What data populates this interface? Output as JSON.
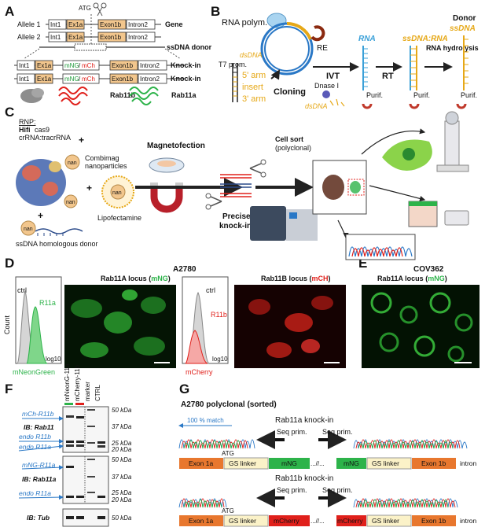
{
  "panels": {
    "a": "A",
    "b": "B",
    "c": "C",
    "d": "D",
    "e": "E",
    "f": "F",
    "g": "G"
  },
  "colors": {
    "exon": "#f2c68d",
    "mng": "#2db34a",
    "mch": "#e0201b",
    "rna": "#3aa0d8",
    "dna": "#e6a817",
    "orange": "#e8772e",
    "gs": "#fbf2c8"
  },
  "panel_a": {
    "atg": "ATG",
    "allele1": "Allele 1",
    "allele2": "Allele 2",
    "gene": "Gene",
    "ssdna": "ssDNA donor",
    "knockin1": "Knock-in",
    "knockin2": "Knock-in",
    "int1": "Int1",
    "ex1a": "Ex1a",
    "exon1b": "Exon1b",
    "intron2": "Intron2",
    "mng_mch": "mNG/mCh",
    "mng": "mNG",
    "mch": "mCh",
    "slash": "/",
    "rab11b": "Rab11b",
    "rab11a": "Rab11a"
  },
  "panel_b": {
    "rna_polym": "RNA polym.",
    "re": "RE",
    "t7": "T7 prom.",
    "dsdna1": "dsDNA",
    "arm5": "5' arm",
    "insert": "insert",
    "arm3": "3' arm",
    "cloning": "Cloning",
    "ivt": "IVT",
    "dnase": "Dnase I",
    "dsdna2": "dsDNA",
    "rna": "RNA",
    "rt": "RT",
    "ssdna_rna": "ssDNA:RNA",
    "rna_hydrolysis": "RNA hydrolysis",
    "donor": "Donor",
    "ssdna": "ssDNA",
    "purif": "Purif."
  },
  "panel_c": {
    "rnp": "RNP:",
    "hifi": "Hifi",
    "cas9": " cas9",
    "crrna": "crRNA:tracrRNA",
    "plus": "+",
    "combimag": "Combimag",
    "nanoparticles": "nanoparticles",
    "nan": "nan",
    "lipofectamine": "Lipofectamine",
    "magnetofection": "Magnetofection",
    "precise": "Precise",
    "knockin": "knock-in",
    "cellsort": "Cell sort",
    "polyclonal": "(polyclonal)",
    "donor": "ssDNA homologous donor"
  },
  "panel_d": {
    "title": "A2780",
    "rab11a_locus": "Rab11A locus (",
    "rab11a_tag": "mNG",
    "rab11b_locus": "Rab11B locus (",
    "rab11b_tag": "mCH",
    "close": ")",
    "ctrl": "ctrl",
    "r11a": "R11a",
    "r11b": "R11b",
    "count": "Count",
    "log10": "log10",
    "mneongreen": "mNeonGreen",
    "mcherry": "mCherry"
  },
  "panel_e": {
    "title": "COV362",
    "locus": "Rab11A locus (",
    "tag": "mNG",
    "close": ")"
  },
  "panel_f": {
    "lanes": [
      "mNeonG-11a",
      "mCherry-11b",
      "marker",
      "CTRL"
    ],
    "mch_r11b": "mCh-R11b",
    "endo_r11b": "endo R11b",
    "endo_r11a": "endo R11a",
    "ib_rab11": "IB: Rab11",
    "mng_r11a": "mNG-R11a",
    "endo_r11a_2": "endo R11a",
    "ib_rab11a": "IB: Rab11a",
    "ib_tub": "IB: Tub",
    "kda": [
      "50 kDa",
      "37 kDa",
      "25 kDa",
      "20 kDa",
      "50 kDa",
      "37 kDa",
      "25 kDa",
      "20 kDa",
      "50 kDa"
    ]
  },
  "panel_g": {
    "title": "A2780 polyclonal (sorted)",
    "match": "100 % match",
    "rab11a_ki": "Rab11a knock-in",
    "rab11b_ki": "Rab11b knock-in",
    "seq_prim": "Seq prim.",
    "atg": "ATG",
    "exon1a": "Exon 1a",
    "gs": "GS linker",
    "mng": "mNG",
    "mcherry": "mCherry",
    "dots": "...//...",
    "exon1b": "Exon 1b",
    "intron": "intron"
  }
}
